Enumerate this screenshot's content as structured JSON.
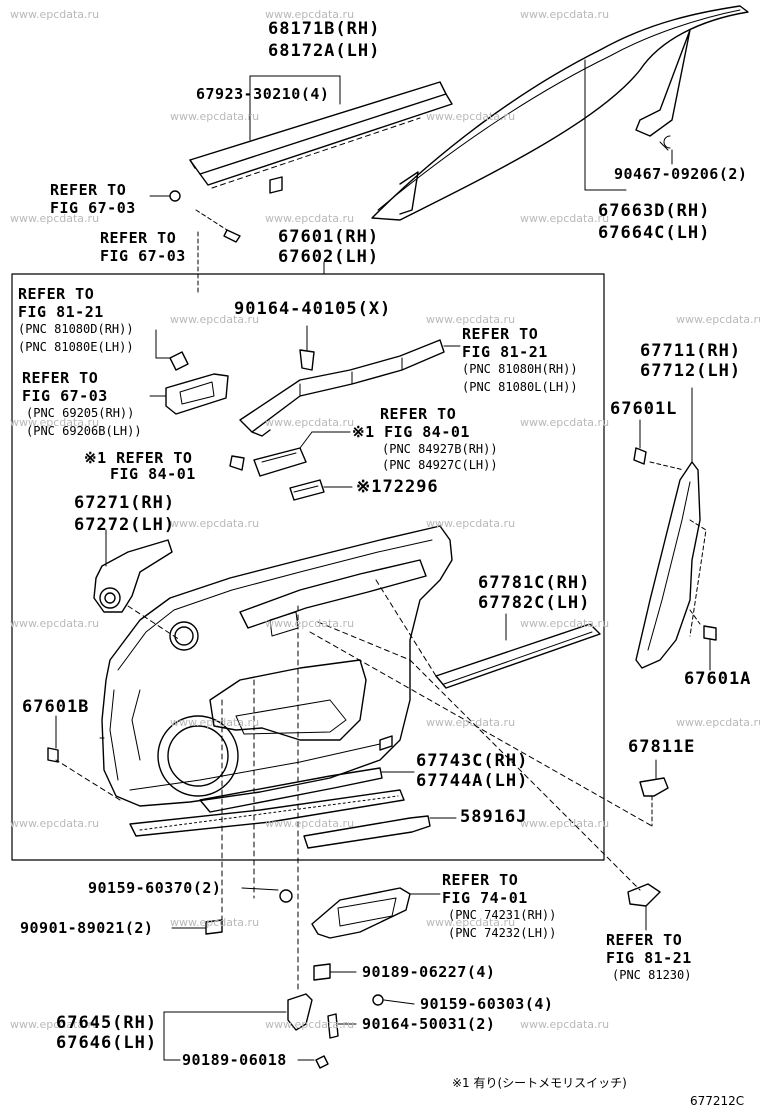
{
  "watermark": "www.epcdata.ru",
  "labels": {
    "l68171b": "68171B(RH)",
    "l68172a": "68172A(LH)",
    "l67923": "67923-30210(4)",
    "l90467": "90467-09206(2)",
    "l67663d": "67663D(RH)",
    "l67664c": "67664C(LH)",
    "l67601": "67601(RH)",
    "l67602": "67602(LH)",
    "l90164a": "90164-40105(X)",
    "l67711": "67711(RH)",
    "l67712": "67712(LH)",
    "l67601l": "67601L",
    "l72296": "72296",
    "l67271": "67271(RH)",
    "l67272": "67272(LH)",
    "l67781c": "67781C(RH)",
    "l67782c": "67782C(LH)",
    "l67601b": "67601B",
    "l67601a": "67601A",
    "l67811e": "67811E",
    "l67743c": "67743C(RH)",
    "l67744a": "67744A(LH)",
    "l58916j": "58916J",
    "l90159a": "90159-60370(2)",
    "l90901": "90901-89021(2)",
    "l90189a": "90189-06227(4)",
    "l90159b": "90159-60303(4)",
    "l90164b": "90164-50031(2)",
    "l67645": "67645(RH)",
    "l67646": "67646(LH)",
    "l90189b": "90189-06018"
  },
  "refs": {
    "r1a": "REFER TO",
    "r1b": "FIG 67-03",
    "r2a": "REFER TO",
    "r2b": "FIG 67-03",
    "r3a": "REFER TO",
    "r3b": "FIG 81-21",
    "r3c": "(PNC 81080D(RH))",
    "r3d": "(PNC 81080E(LH))",
    "r4a": "REFER TO",
    "r4b": "FIG 67-03",
    "r4c": "(PNC 69205(RH))",
    "r4d": "(PNC 69206B(LH))",
    "r5a": "※1 REFER TO",
    "r5b": "FIG 84-01",
    "r6a": "REFER TO",
    "r6b": "FIG 81-21",
    "r6c": "(PNC 81080H(RH))",
    "r6d": "(PNC 81080L(LH))",
    "r7a": "REFER TO",
    "r7b": "※1 FIG 84-01",
    "r7c": "(PNC 84927B(RH))",
    "r7d": "(PNC 84927C(LH))",
    "r8a": "REFER TO",
    "r8b": "FIG 74-01",
    "r8c": "(PNC 74231(RH))",
    "r8d": "(PNC 74232(LH))",
    "r9a": "REFER TO",
    "r9b": "FIG 81-21",
    "r9c": "(PNC 81230)"
  },
  "mark72296": "※1",
  "footnote": "※1 有り(シートメモリスイッチ)",
  "figure_code": "677212C"
}
